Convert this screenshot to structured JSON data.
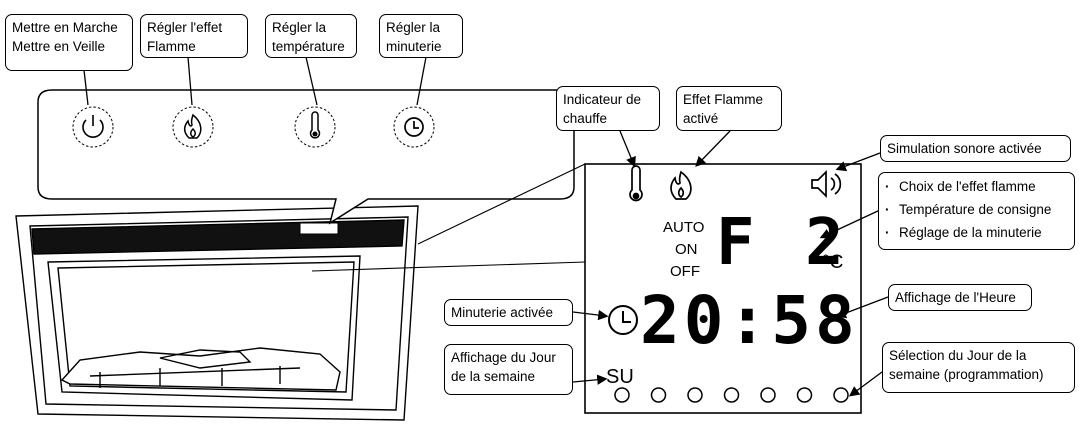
{
  "buttons_panel": {
    "labels": [
      {
        "lines": [
          "Mettre en Marche",
          "Mettre en  Veille"
        ]
      },
      {
        "lines": [
          "Régler l'effet",
          "Flamme"
        ]
      },
      {
        "lines": [
          "Régler la",
          "température"
        ]
      },
      {
        "lines": [
          "Régler la",
          "minuterie"
        ]
      }
    ],
    "icons": [
      "power-icon",
      "flame-icon",
      "thermometer-icon",
      "clock-icon"
    ]
  },
  "display_labels": {
    "heat_indicator": [
      "Indicateur de",
      "chauffe"
    ],
    "flame_active": [
      "Effet Flamme",
      "activé"
    ],
    "sound_sim": [
      "Simulation sonore activée"
    ],
    "settings_list": [
      "Choix de l'effet flamme",
      "Température de consigne",
      "Réglage de la minuterie"
    ],
    "clock_display": [
      "Affichage de l'Heure"
    ],
    "timer_active": [
      "Minuterie activée"
    ],
    "day_display": [
      "Affichage du Jour",
      "de la semaine"
    ],
    "day_select": [
      "Sélection du Jour de la",
      "semaine (programmation)"
    ]
  },
  "lcd": {
    "mode_lines": [
      "AUTO",
      "ON",
      "OFF"
    ],
    "setting_value": "F 2",
    "unit": "°C",
    "time": "20:58",
    "day": "SU",
    "day_dots": 7
  }
}
